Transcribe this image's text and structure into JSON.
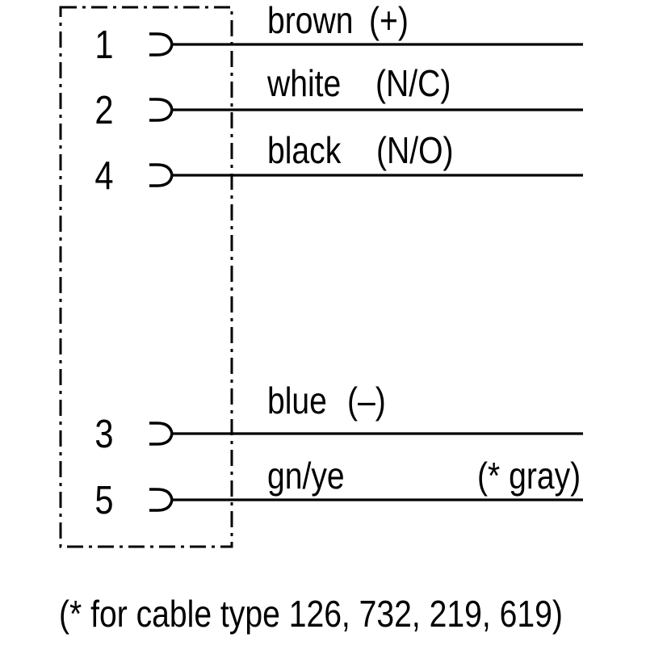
{
  "pins": [
    {
      "number": "1",
      "wire_color": "brown",
      "annotation": "(+)"
    },
    {
      "number": "2",
      "wire_color": "white",
      "annotation": "(N/C)"
    },
    {
      "number": "4",
      "wire_color": "black",
      "annotation": "(N/O)"
    },
    {
      "number": "3",
      "wire_color": "blue",
      "annotation": "(–)"
    },
    {
      "number": "5",
      "wire_color": "gn/ye",
      "annotation": "(* gray)"
    }
  ],
  "note": "(* for cable type 126, 732, 219, 619)",
  "colors": {
    "line": "#000000",
    "background": "#ffffff"
  }
}
